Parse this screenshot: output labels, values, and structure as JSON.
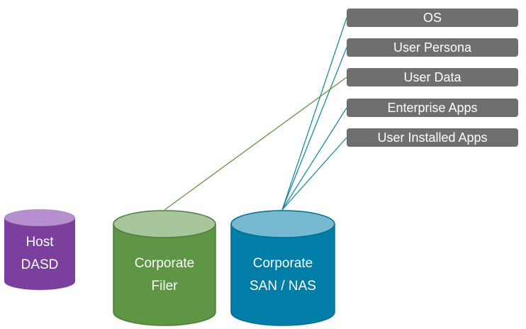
{
  "labels": [
    {
      "text": "OS",
      "connects_to": "san"
    },
    {
      "text": "User Persona",
      "connects_to": "san"
    },
    {
      "text": "User Data",
      "connects_to": "filer"
    },
    {
      "text": "Enterprise Apps",
      "connects_to": "san"
    },
    {
      "text": "User Installed Apps",
      "connects_to": "san"
    }
  ],
  "storage": {
    "host": {
      "line1": "Host",
      "line2": "DASD"
    },
    "filer": {
      "line1": "Corporate",
      "line2": "Filer"
    },
    "san": {
      "line1": "Corporate",
      "line2": "SAN / NAS"
    }
  },
  "colors": {
    "label_box": "#6f6f6f",
    "host_body": "#7b3f9e",
    "host_top": "#b68fd0",
    "filer_body": "#5e9645",
    "filer_top": "#a7c69b",
    "san_body": "#007ea8",
    "san_top": "#77b9d0",
    "filer_line": "#5e9645",
    "san_line": "#1d8aa0"
  }
}
